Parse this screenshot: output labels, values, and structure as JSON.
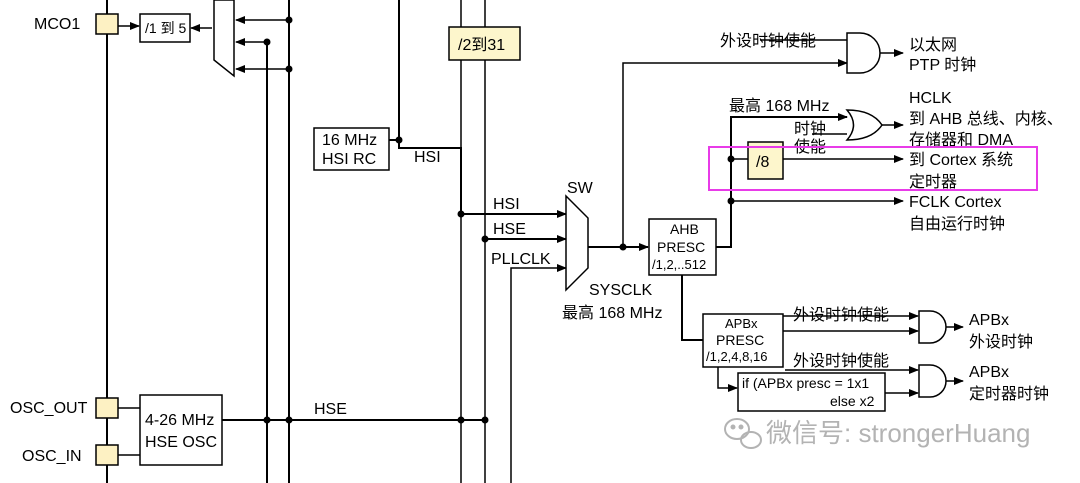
{
  "pins": {
    "mco1": "MCO1",
    "osc_out": "OSC_OUT",
    "osc_in": "OSC_IN"
  },
  "blocks": {
    "mco_div": "/1 到 5",
    "rtc_div": "/2到31",
    "hsi_rc_line1": "16 MHz",
    "hsi_rc_line2": "HSI RC",
    "hse_osc_line1": "4-26 MHz",
    "hse_osc_line2": "HSE OSC",
    "ahb_line1": "AHB",
    "ahb_line2": "PRESC",
    "ahb_line3": "/1,2,..512",
    "apb_line1": "APBx",
    "apb_line2": "PRESC",
    "apb_line3": "/1,2,4,8,16",
    "div8": "/8",
    "apb_timer_line1": "if (APBx presc = 1x1",
    "apb_timer_line2": "else x2"
  },
  "signals": {
    "hsi_wire": "HSI",
    "mux_hsi": "HSI",
    "mux_hse": "HSE",
    "mux_pllclk": "PLLCLK",
    "hse_wire": "HSE",
    "sw": "SW",
    "sysclk": "SYSCLK",
    "sysclk_max": "最高 168 MHz",
    "hclk_max": "最高 168 MHz"
  },
  "outputs": {
    "eth_enable": "外设时钟使能",
    "eth_line1": "以太网",
    "eth_line2": "PTP 时钟",
    "hclk_enable_line1": "时钟",
    "hclk_enable_line2": "使能",
    "hclk_title": "HCLK",
    "hclk_line2": "到 AHB 总线、内核、",
    "hclk_line3": "存储器和 DMA",
    "cortex_line1": "到 Cortex 系统",
    "cortex_line2": "定时器",
    "fclk_line1": "FCLK Cortex",
    "fclk_line2": "自由运行时钟",
    "apb_enable1": "外设时钟使能",
    "apb_periph_title": "APBx",
    "apb_periph_line2": "外设时钟",
    "apb_enable2": "外设时钟使能",
    "apb_timer_title": "APBx",
    "apb_timer_sub": "定时器时钟"
  },
  "watermark": {
    "text": "微信号: strongerHuang"
  },
  "colors": {
    "highlight": "#e83be8",
    "block_fill": "#fdf6cc",
    "pin_fill": "#fdf1c3",
    "watermark": "#9a9a9a"
  }
}
